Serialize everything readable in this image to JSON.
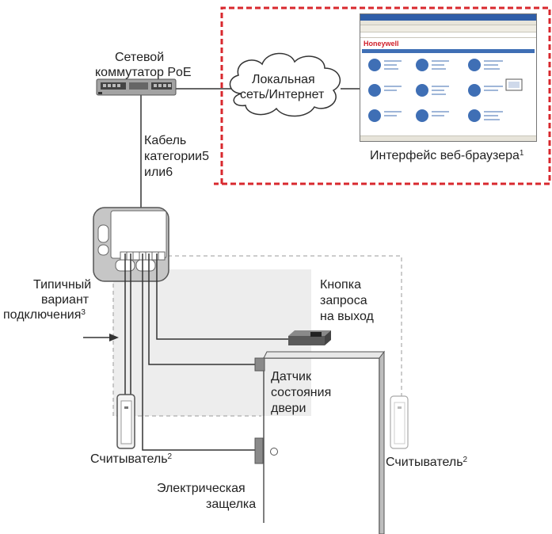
{
  "labels": {
    "switch": [
      "Сетевой",
      "коммутатор PoE"
    ],
    "cloud": [
      "Локальная",
      "сеть/Интернет"
    ],
    "browser_caption": "Интерфейс веб-браузера",
    "browser_caption_sup": "1",
    "cable": [
      "Кабель",
      "категории5",
      "или6"
    ],
    "typical": [
      "Типичный",
      "вариант",
      "подключения"
    ],
    "typical_sup": "3",
    "rex": [
      "Кнопка",
      "запроса",
      "на выход"
    ],
    "door_sensor": [
      "Датчик",
      "состояния",
      "двери"
    ],
    "reader_left": "Считыватель",
    "reader_left_sup": "2",
    "reader_right": "Считыватель",
    "reader_right_sup": "2",
    "strike": [
      "Электрическая",
      "защелка"
    ]
  },
  "browser": {
    "logo": "Honeywell"
  },
  "colors": {
    "dashed_boundary": "#d8282e",
    "wiring_area": "#ededed",
    "logo": "#d0202a"
  }
}
